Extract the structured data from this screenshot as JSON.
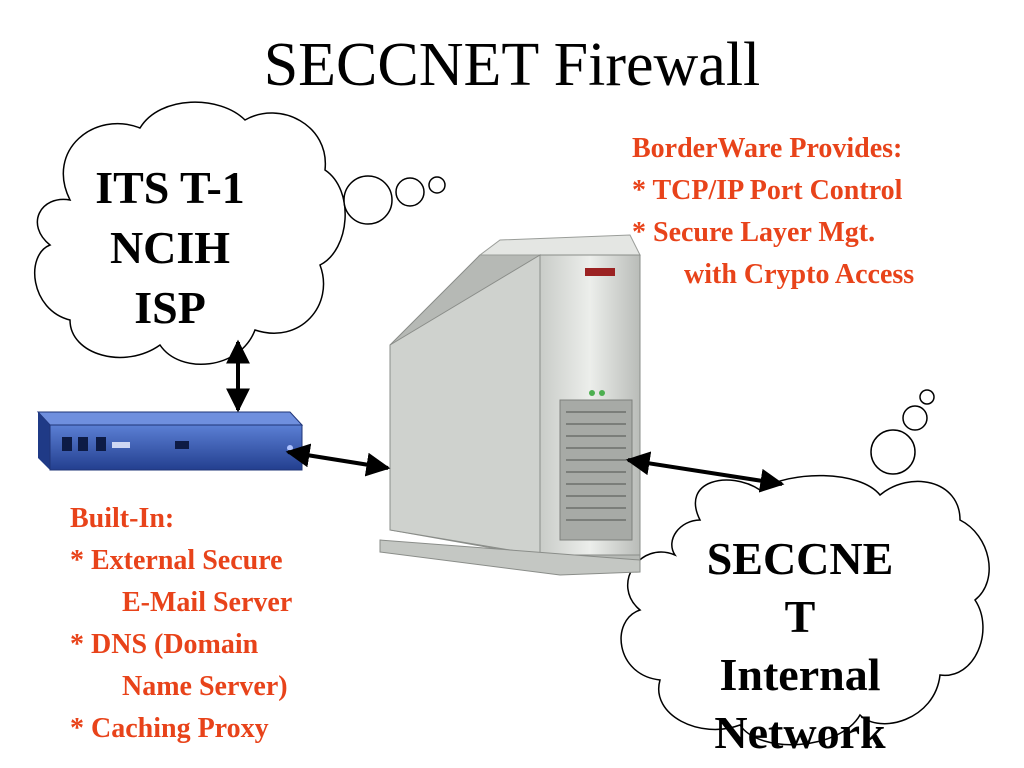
{
  "title": "SECCNET Firewall",
  "isp_cloud": {
    "lines": [
      "ITS T-1",
      "NCIH",
      "ISP"
    ]
  },
  "network_cloud": {
    "lines": [
      "SECCNE",
      "T",
      "Internal",
      "Network"
    ]
  },
  "borderware_notes": {
    "heading": "BorderWare Provides:",
    "items": [
      "* TCP/IP Port Control",
      "* Secure Layer Mgt.",
      "with Crypto Access"
    ]
  },
  "builtin_notes": {
    "heading": "Built-In:",
    "items": [
      "* External Secure",
      "E-Mail Server",
      "* DNS (Domain",
      "Name Server)",
      "* Caching Proxy"
    ]
  },
  "colors": {
    "note_text": "#e8431a",
    "router_body": "#2f57b8",
    "server_body": "#d9dcd7"
  },
  "icons": {
    "router": "router-icon",
    "server": "server-tower-icon",
    "arrows": "double-arrow-icon"
  }
}
